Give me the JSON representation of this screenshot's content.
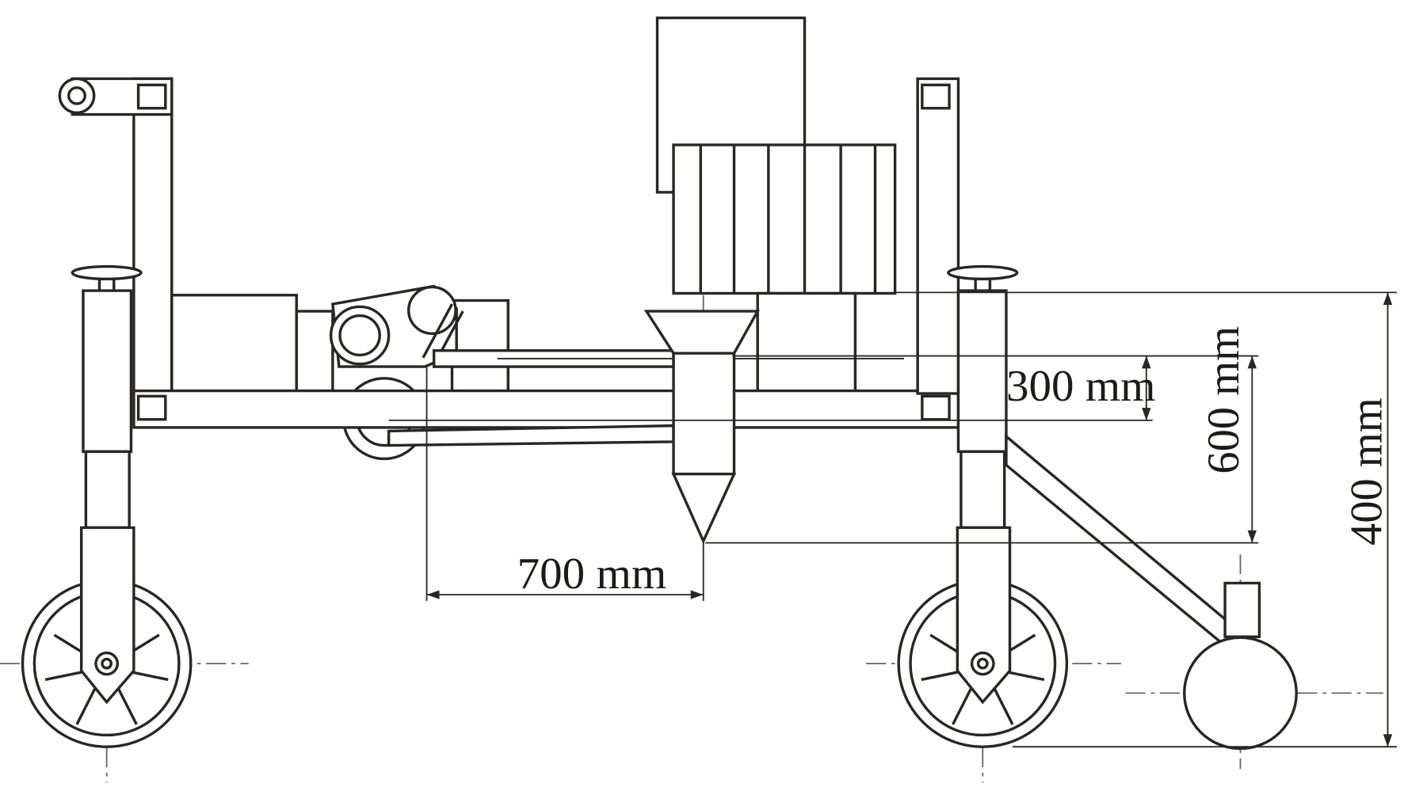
{
  "title": "Machine side view with dimensions",
  "dimensions": {
    "d300": "300 mm",
    "d600": "600 mm",
    "d400": "400 mm",
    "d700": "700 mm"
  },
  "colors": {
    "line": "#2a2622",
    "background": "#ffffff"
  }
}
